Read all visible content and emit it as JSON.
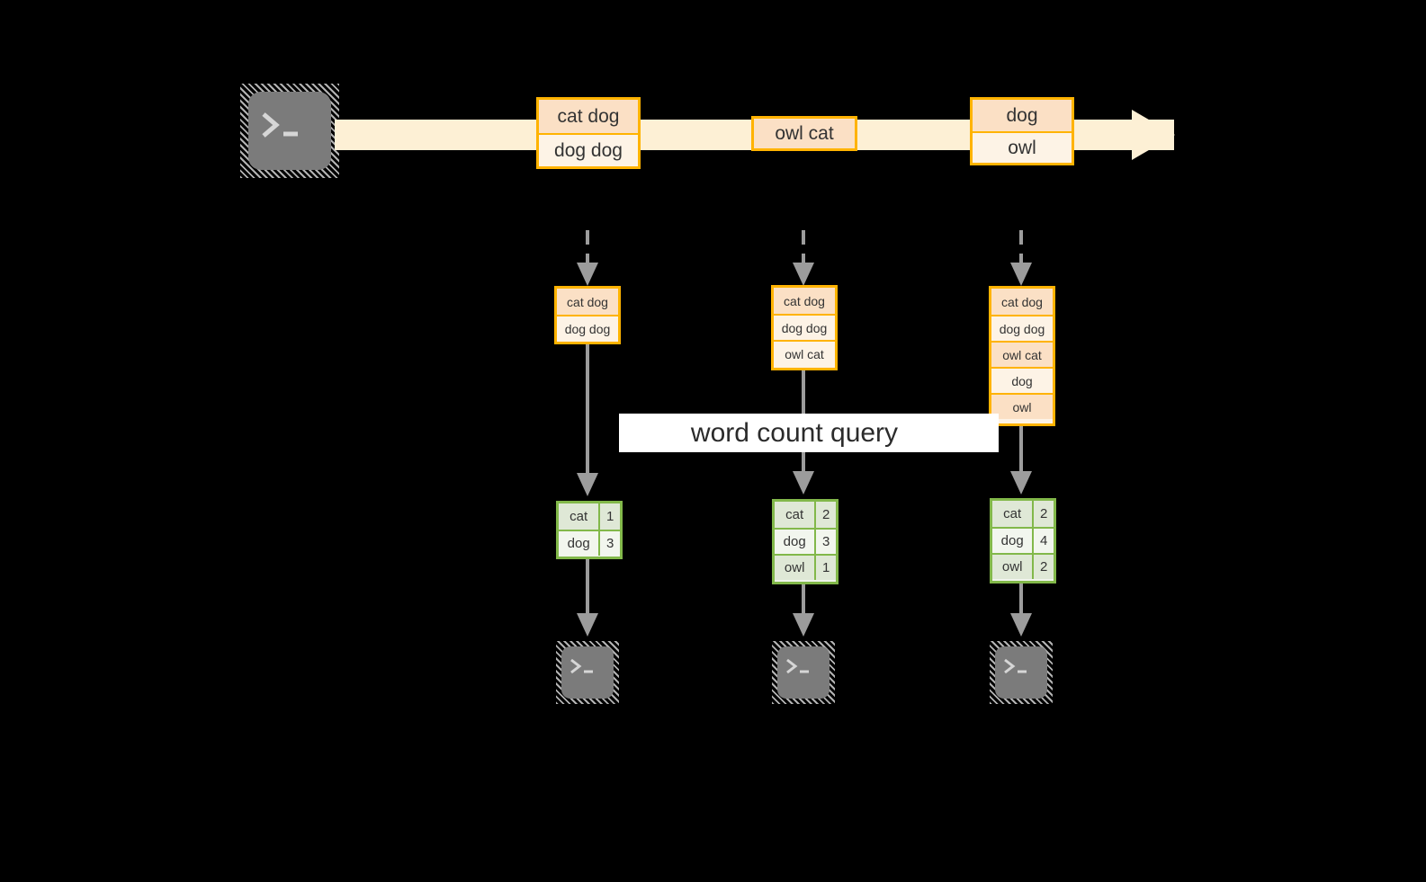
{
  "diagram": {
    "title_label": "word count query",
    "colors": {
      "stream_fill": "#fdf0d5",
      "orange_border": "#ffb300",
      "orange_fill_light": "#fdf3e6",
      "orange_fill_dark": "#fbe0c5",
      "green_border": "#82b84a",
      "green_fill_light": "#f2f6ee",
      "green_fill_dark": "#dfe8d6",
      "connector_gray": "#9c9c9c",
      "terminal_face": "#7b7b7b",
      "terminal_hatch": "#b3b3b3",
      "label_bg": "#ffffff",
      "background": "#000000"
    },
    "source_terminal": {
      "icon": "terminal-prompt-icon",
      "glyph": ">_"
    },
    "stream": {
      "direction": "left-to-right",
      "groups": [
        {
          "name": "stream-batch-1",
          "rows": [
            "cat dog",
            "dog dog"
          ]
        },
        {
          "name": "stream-batch-2",
          "rows": [
            "owl cat"
          ]
        },
        {
          "name": "stream-batch-3",
          "rows": [
            "dog",
            "owl"
          ]
        }
      ]
    },
    "columns": [
      {
        "name": "micro-batch-1",
        "input_rows": [
          "cat dog",
          "dog dog"
        ],
        "result_header_less": true,
        "result_rows": [
          {
            "word": "cat",
            "count": "1"
          },
          {
            "word": "dog",
            "count": "3"
          }
        ],
        "sink_terminal": {
          "icon": "terminal-prompt-icon",
          "glyph": ">_"
        }
      },
      {
        "name": "micro-batch-2",
        "input_rows": [
          "cat dog",
          "dog dog",
          "owl cat"
        ],
        "result_rows": [
          {
            "word": "cat",
            "count": "2"
          },
          {
            "word": "dog",
            "count": "3"
          },
          {
            "word": "owl",
            "count": "1"
          }
        ],
        "sink_terminal": {
          "icon": "terminal-prompt-icon",
          "glyph": ">_"
        }
      },
      {
        "name": "micro-batch-3",
        "input_rows": [
          "cat dog",
          "dog dog",
          "owl cat",
          "dog",
          "owl"
        ],
        "result_rows": [
          {
            "word": "cat",
            "count": "2"
          },
          {
            "word": "dog",
            "count": "4"
          },
          {
            "word": "owl",
            "count": "2"
          }
        ],
        "sink_terminal": {
          "icon": "terminal-prompt-icon",
          "glyph": ">_"
        }
      }
    ]
  }
}
